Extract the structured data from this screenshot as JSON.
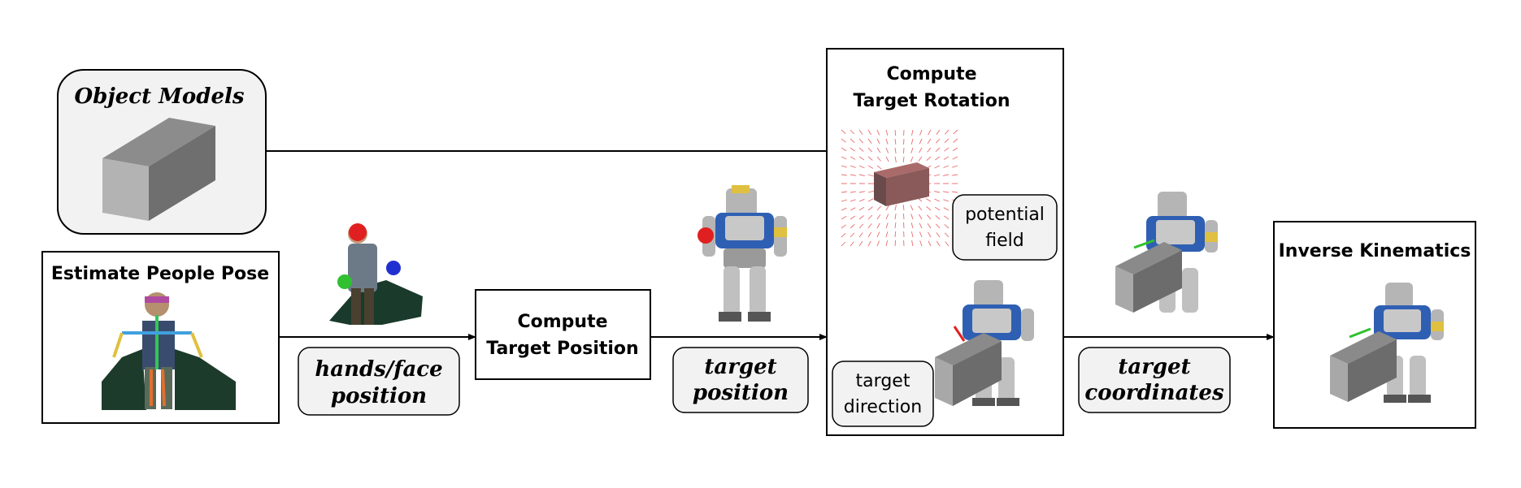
{
  "diagram": {
    "object_models": {
      "title": "Object Models"
    },
    "estimate_pose": {
      "title": "Estimate People Pose"
    },
    "compute_position": {
      "line1": "Compute",
      "line2": "Target Position"
    },
    "compute_rotation": {
      "line1": "Compute",
      "line2": "Target Rotation"
    },
    "inverse_kinematics": {
      "title": "Inverse Kinematics"
    },
    "labels": {
      "hands_face_1": "hands/face",
      "hands_face_2": "position",
      "target_position_1": "target",
      "target_position_2": "position",
      "target_coordinates_1": "target",
      "target_coordinates_2": "coordinates",
      "potential_field_1": "potential",
      "potential_field_2": "field",
      "target_direction_1": "target",
      "target_direction_2": "direction"
    }
  },
  "colors": {
    "box_fill": "#f2f2f2",
    "stroke": "#000000",
    "vector_field": "#e0393c",
    "robot_blue": "#2f5fb3",
    "robot_gray": "#b5b5b5"
  }
}
